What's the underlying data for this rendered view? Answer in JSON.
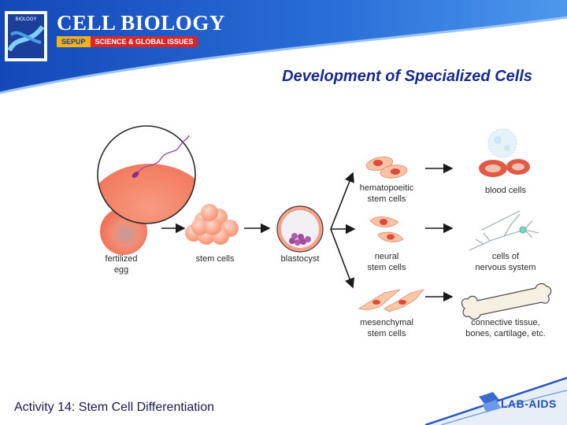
{
  "header": {
    "brand_title": "CELL BIOLOGY",
    "tag_sepup": "SEPUP",
    "tag_science": "SCIENCE & GLOBAL ISSUES",
    "book_cover_text": "BIOLOGY"
  },
  "title": "Development of Specialized Cells",
  "diagram": {
    "labels": {
      "fertilized_egg": [
        "fertilized",
        "egg"
      ],
      "stem_cells": "stem cells",
      "blastocyst": "blastocyst",
      "hematopoietic": [
        "hematopoeitic",
        "stem cells"
      ],
      "neural": [
        "neural",
        "stem cells"
      ],
      "mesenchymal": [
        "mesenchymal",
        "stem cells"
      ],
      "blood_cells": "blood cells",
      "nervous_system": [
        "cells of",
        "nervous system"
      ],
      "connective": [
        "connective tissue,",
        "bones, cartilage, etc."
      ]
    }
  },
  "footer": {
    "activity": "Activity 14: Stem Cell Differentiation",
    "logo_text": "LAB-AIDS"
  },
  "colors": {
    "header_blue": "#1d56c8",
    "title_blue": "#1a2a8c",
    "egg_orange": "#f08f77",
    "cell_red": "#e05a46"
  }
}
